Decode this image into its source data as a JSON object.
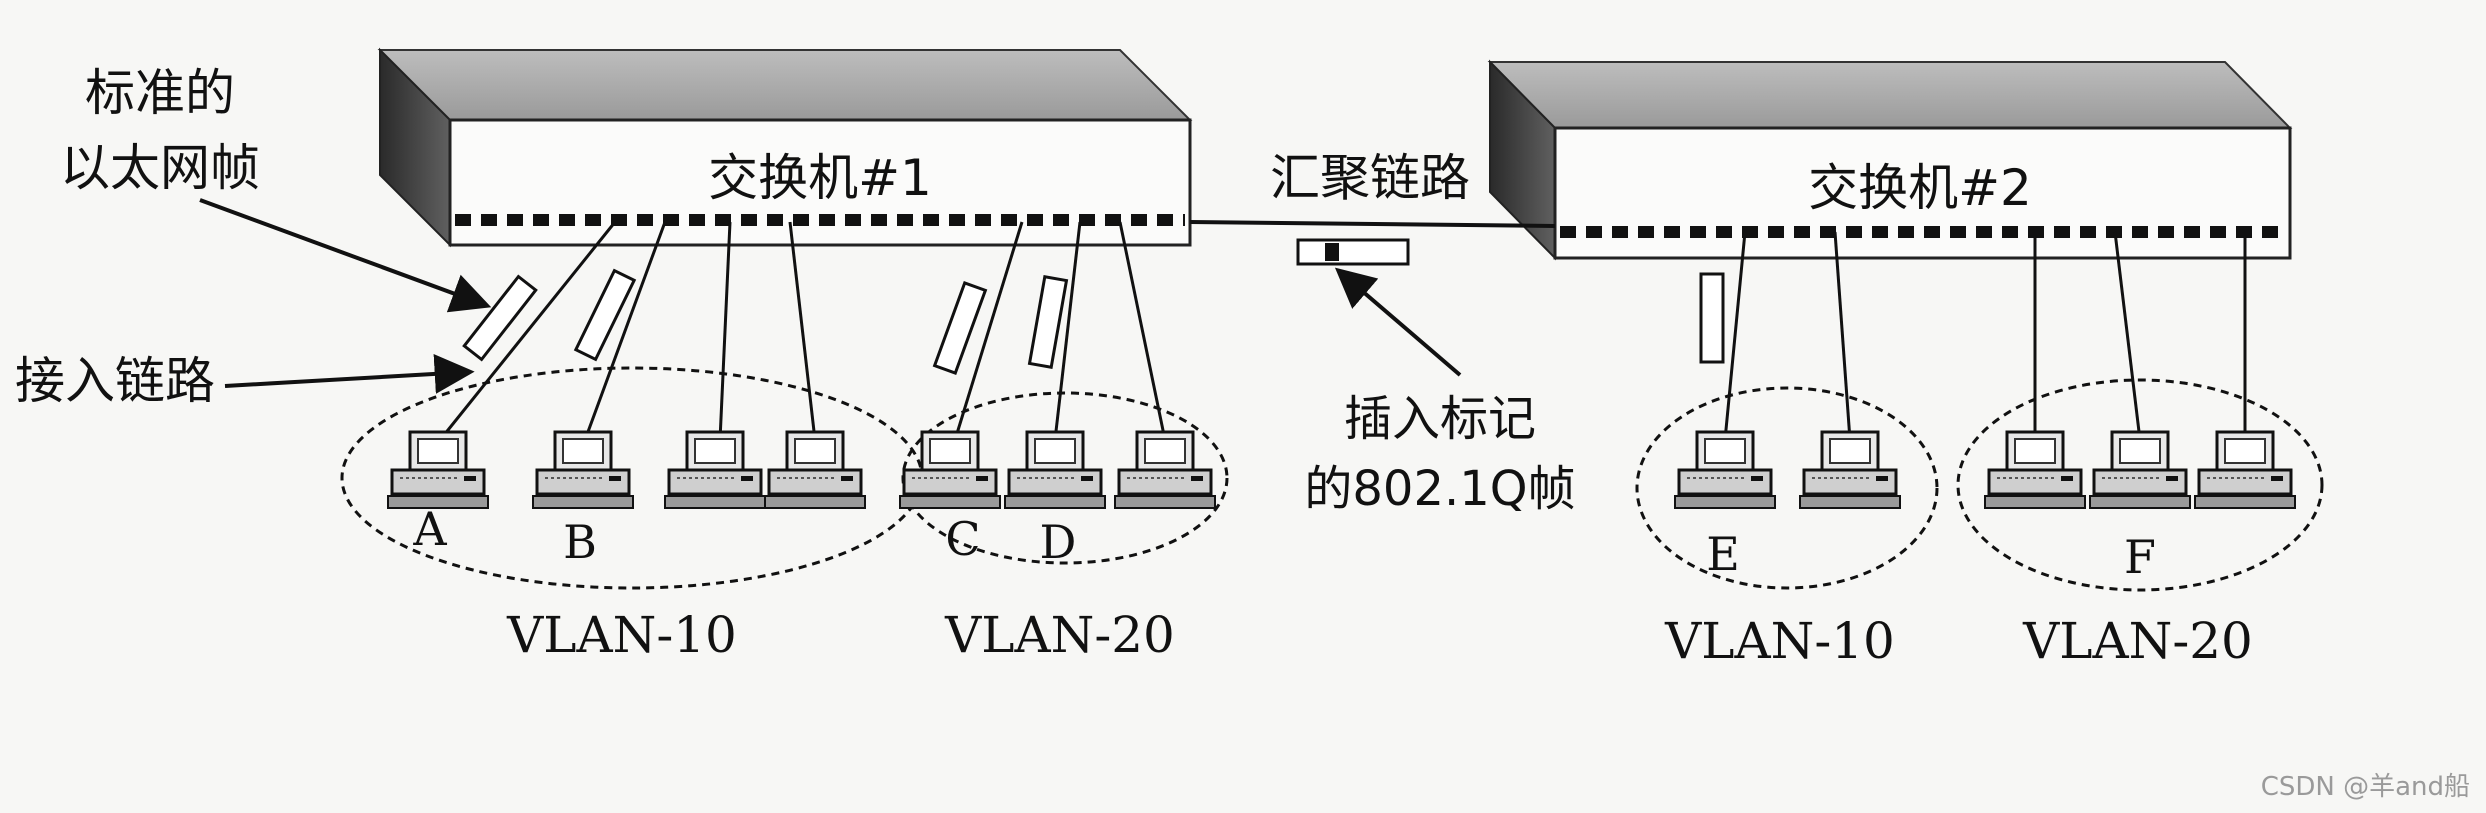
{
  "switches": {
    "sw1_label": "交换机#1",
    "sw2_label": "交换机#2"
  },
  "trunk": {
    "label": "汇聚链路",
    "tag_note_line1": "插入标记",
    "tag_note_line2": "的802.1Q帧"
  },
  "callouts": {
    "standard_frame_line1": "标准的",
    "standard_frame_line2": "以太网帧",
    "access_link": "接入链路"
  },
  "hosts": {
    "A": "A",
    "B": "B",
    "C": "C",
    "D": "D",
    "E": "E",
    "F": "F"
  },
  "vlans": {
    "left_10": "VLAN-10",
    "left_20": "VLAN-20",
    "right_10": "VLAN-10",
    "right_20": "VLAN-20"
  },
  "watermark": "CSDN @羊and船"
}
